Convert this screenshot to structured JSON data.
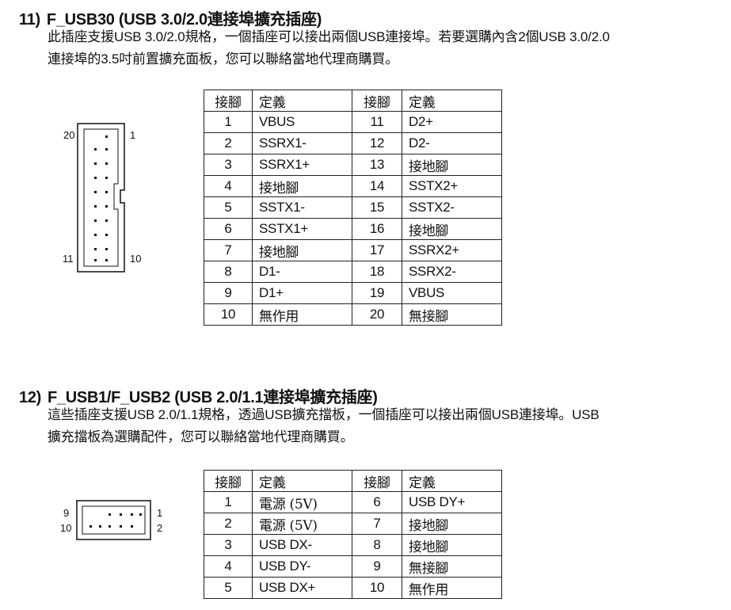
{
  "section1": {
    "number": "11)",
    "title": "F_USB30 (USB 3.0/2.0連接埠擴充插座)",
    "paragraph_line1": "此插座支援USB 3.0/2.0規格，一個插座可以接出兩個USB連接埠。若要選購內含2個USB 3.0/2.0",
    "paragraph_line2": "連接埠的3.5吋前置擴充面板，您可以聯絡當地代理商購買。",
    "connector_labels": {
      "top_left": "20",
      "top_right": "1",
      "bottom_left": "11",
      "bottom_right": "10"
    },
    "table": {
      "headers": [
        "接腳",
        "定義",
        "接腳",
        "定義"
      ],
      "rows": [
        [
          "1",
          "VBUS",
          "11",
          "D2+"
        ],
        [
          "2",
          "SSRX1-",
          "12",
          "D2-"
        ],
        [
          "3",
          "SSRX1+",
          "13",
          "接地腳"
        ],
        [
          "4",
          "接地腳",
          "14",
          "SSTX2+"
        ],
        [
          "5",
          "SSTX1-",
          "15",
          "SSTX2-"
        ],
        [
          "6",
          "SSTX1+",
          "16",
          "接地腳"
        ],
        [
          "7",
          "接地腳",
          "17",
          "SSRX2+"
        ],
        [
          "8",
          "D1-",
          "18",
          "SSRX2-"
        ],
        [
          "9",
          "D1+",
          "19",
          "VBUS"
        ],
        [
          "10",
          "無作用",
          "20",
          "無接腳"
        ]
      ]
    }
  },
  "section2": {
    "number": "12)",
    "title": "F_USB1/F_USB2 (USB 2.0/1.1連接埠擴充插座)",
    "paragraph_line1": "這些插座支援USB 2.0/1.1規格，透過USB擴充擋板，一個插座可以接出兩個USB連接埠。USB",
    "paragraph_line2": "擴充擋板為選購配件，您可以聯絡當地代理商購買。",
    "connector_labels": {
      "top_left": "9",
      "top_right": "1",
      "bottom_left": "10",
      "bottom_right": "2"
    },
    "table": {
      "headers": [
        "接腳",
        "定義",
        "接腳",
        "定義"
      ],
      "rows": [
        [
          "1",
          "電源 (5V)",
          "6",
          "USB DY+"
        ],
        [
          "2",
          "電源 (5V)",
          "7",
          "接地腳"
        ],
        [
          "3",
          "USB DX-",
          "8",
          "接地腳"
        ],
        [
          "4",
          "USB DY-",
          "9",
          "無接腳"
        ],
        [
          "5",
          "USB DX+",
          "10",
          "無作用"
        ]
      ]
    }
  }
}
